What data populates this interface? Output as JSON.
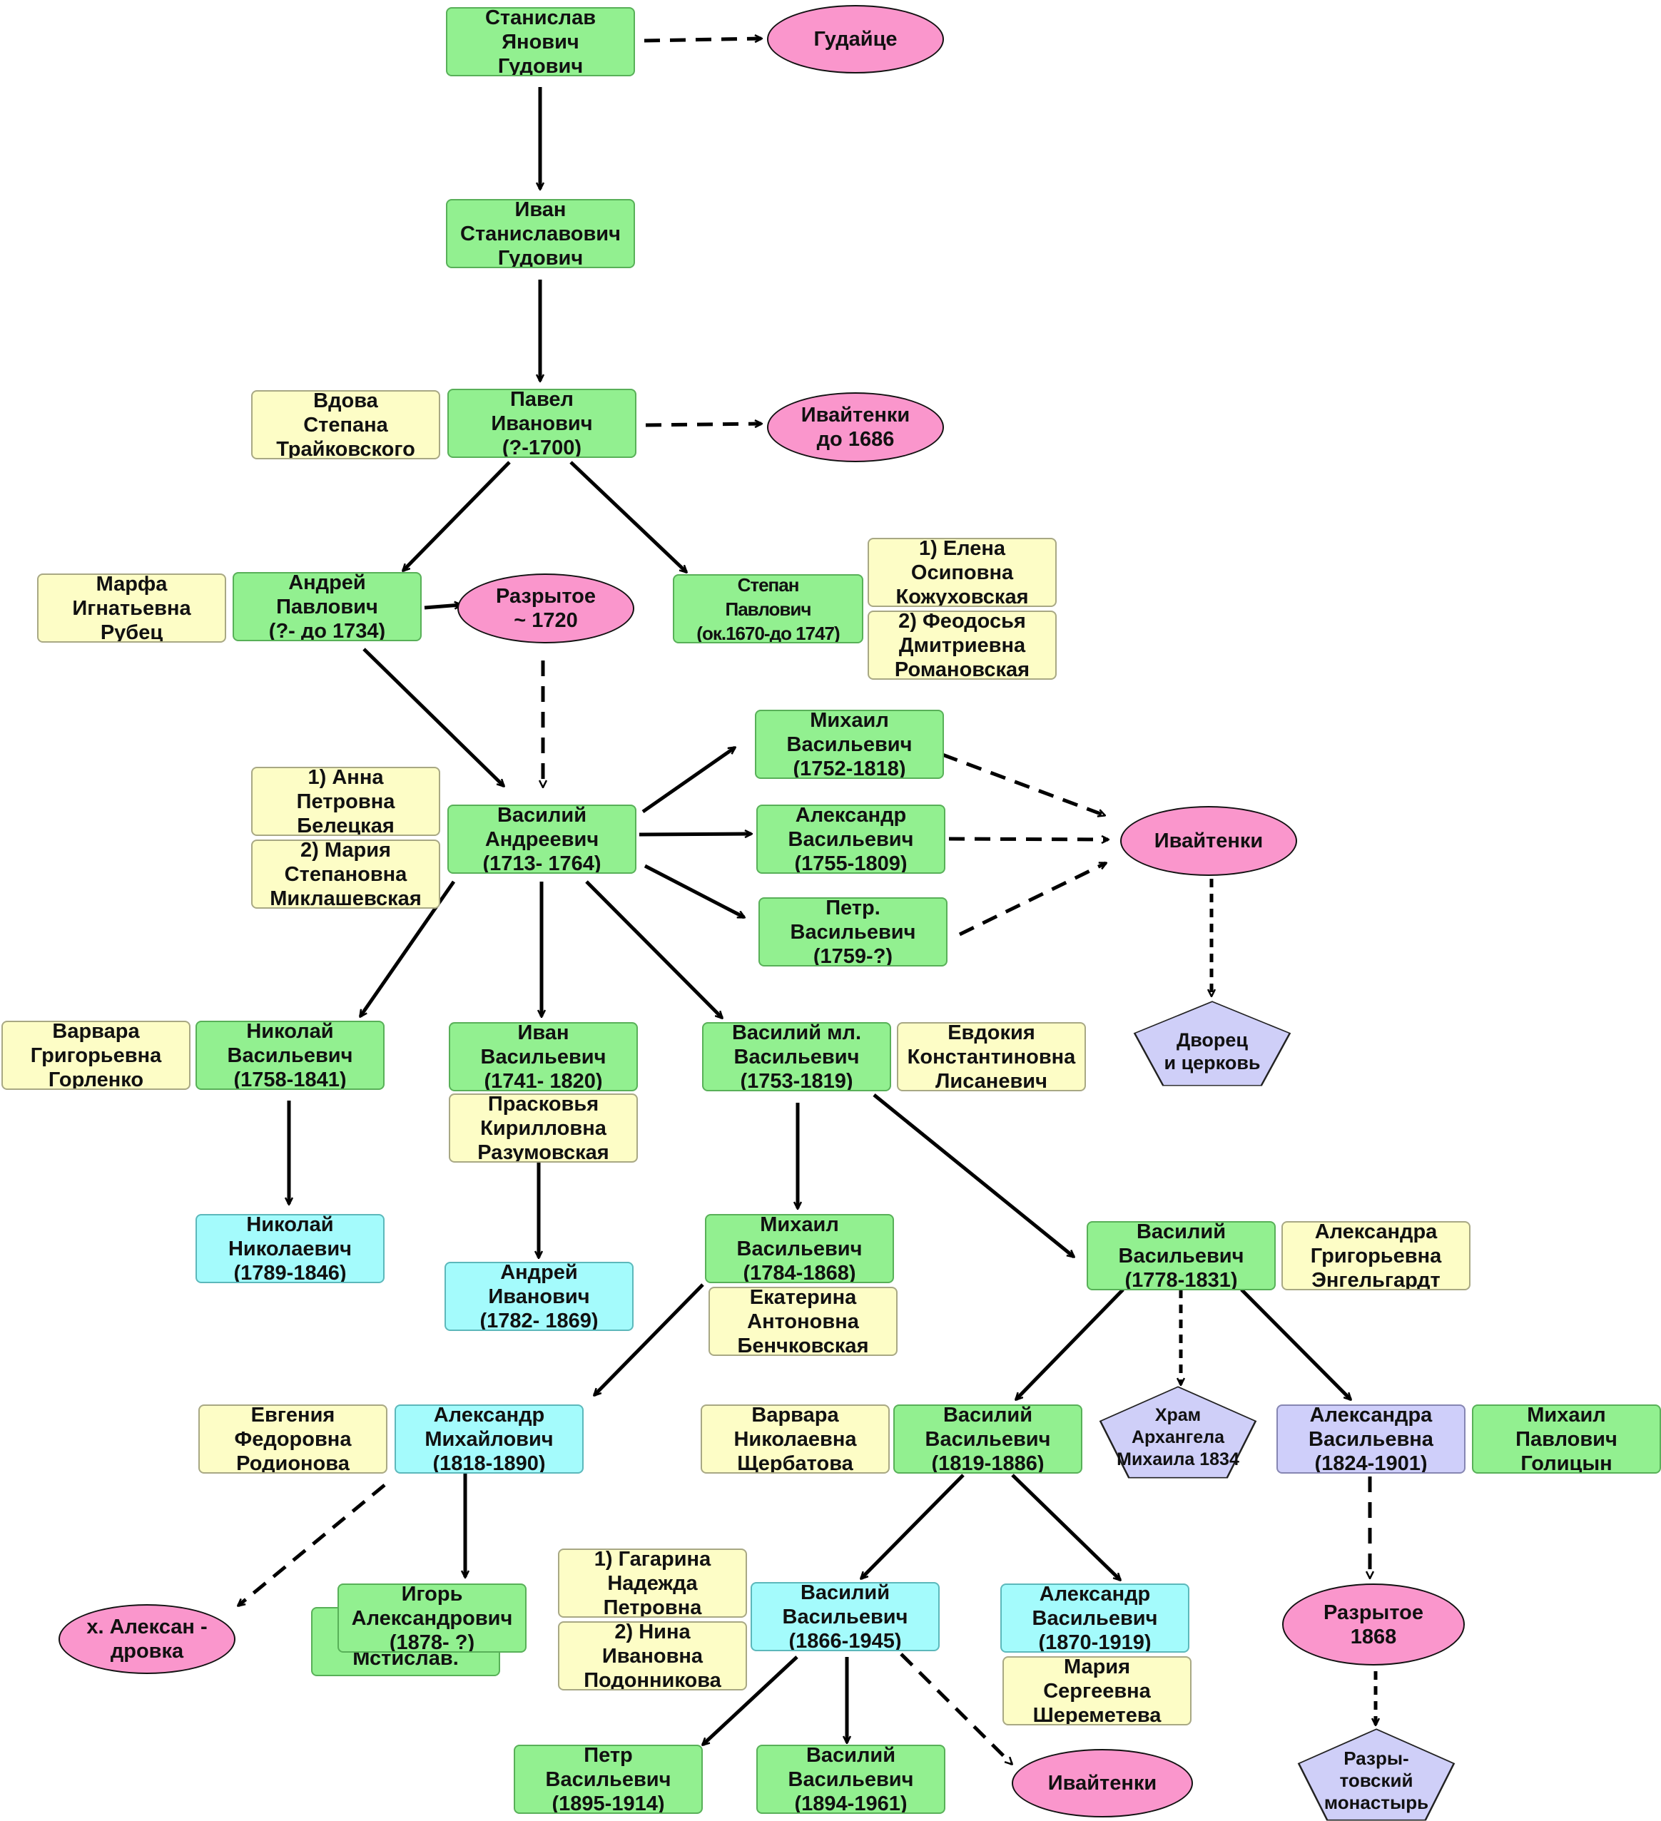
{
  "colors": {
    "person": "#92f090",
    "spouse": "#fdfdc6",
    "descendant": "#a4fbfc",
    "daughter": "#cfcffa",
    "estate": "#fa96cc",
    "building": "#cfcff8",
    "edge": "#000000"
  },
  "nodes": {
    "stanislav": "Станислав\nЯнович\nГудович",
    "gudaytse": "Гудайце",
    "ivan_st": "Иван\nСтаниславович\nГудович",
    "vdova": "Вдова\nСтепана\nТрайковского",
    "pavel": "Павел\nИванович\n(?-1700)",
    "ivaitenki1686": "Ивайтенки\nдо 1686",
    "marfa": "Марфа\nИгнатьевна\nРубец",
    "andrey_p": "Андрей\nПавлович\n(?- до 1734)",
    "razrytoe1720": "Разрытое\n~ 1720",
    "stepan": "Степан\nПавлович\n(ок.1670-до 1747)",
    "elena": "1) Елена\nОсиповна\nКожуховская",
    "feodosya": "2) Феодосья\nДмитриевна\nРомановская",
    "mikhail_v1": "Михаил\nВасильевич\n(1752-1818)",
    "anna": "1) Анна\nПетровна\nБелецкая",
    "vasily_a": "Василий\nАндреевич\n(1713- 1764)",
    "alexander_v1": "Александр\nВасильевич\n(1755-1809)",
    "ivaitenki": "Ивайтенки",
    "maria_s": "2) Мария\nСтепановна\nМиклашевская",
    "petr_v1": "Петр.\nВасильевич\n(1759-?)",
    "palace": "Дворец\nи церковь",
    "varvara_g": "Варвара\nГригорьевна\nГорленко",
    "nikolay_v": "Николай\nВасильевич\n(1758-1841)",
    "ivan_v": "Иван\nВасильевич\n(1741- 1820)",
    "praskovya": "Прасковья\nКирилловна\nРазумовская",
    "vasily_ml": "Василий мл.\nВасильевич\n(1753-1819)",
    "evdokia": "Евдокия\nКонстантиновна\nЛисаневич",
    "nikolay_n": "Николай\nНиколаевич\n(1789-1846)",
    "andrey_i": "Андрей\nИванович\n(1782- 1869)",
    "mikhail_v2": "Михаил\nВасильевич\n(1784-1868)",
    "ekaterina": "Екатерина\nАнтоновна\nБенчковская",
    "vasily_v1": "Василий\nВасильевич\n(1778-1831)",
    "alexandra_g": "Александра\nГригорьевна\nЭнгельгардт",
    "evgenia": "Евгения\nФедоровна\nРодионова",
    "alexander_m": "Александр\nМихайлович\n(1818-1890)",
    "varvara_n": "Варвара\nНиколаевна\nЩербатова",
    "vasily_v2": "Василий\nВасильевич\n(1819-1886)",
    "church": "Храм\nАрхангела\nМихаила 1834",
    "alexandra_v": "Александра\nВасильевна\n(1824-1901)",
    "mikhail_p": "Михаил\nПавлович\nГолицын",
    "aleksandrovka": "х. Алексан -\nдровка",
    "mstislav": "Мстислав.",
    "igor": "Игорь\nАлександрович\n(1878- ?)",
    "gagarina": "1) Гагарина\nНадежда\nПетровна",
    "nina": "2) Нина\nИвановна\nПодонникова",
    "vasily_v3": "Василий\nВасильевич\n(1866-1945)",
    "alexander_v2": "Александр\nВасильевич\n(1870-1919)",
    "maria_sh": "Мария\nСергеевна\nШереметева",
    "razrytoe1868": "Разрытое\n1868",
    "monastery": "Разры-\nтовский\nмонастырь",
    "petr_v2": "Петр\nВасильевич\n(1895-1914)",
    "vasily_v4": "Василий\nВасильевич\n(1894-1961)",
    "ivaitenki2": "Ивайтенки"
  },
  "edges": [
    [
      "stanislav",
      "ivan_st",
      "solid"
    ],
    [
      "stanislav",
      "gudaytse",
      "dashed"
    ],
    [
      "ivan_st",
      "pavel",
      "solid"
    ],
    [
      "pavel",
      "ivaitenki1686",
      "dashed"
    ],
    [
      "pavel",
      "andrey_p",
      "solid"
    ],
    [
      "pavel",
      "stepan",
      "solid"
    ],
    [
      "andrey_p",
      "razrytoe1720",
      "solid"
    ],
    [
      "andrey_p",
      "vasily_a",
      "solid"
    ],
    [
      "razrytoe1720",
      "vasily_a",
      "dashed"
    ],
    [
      "vasily_a",
      "mikhail_v1",
      "solid"
    ],
    [
      "vasily_a",
      "alexander_v1",
      "solid"
    ],
    [
      "vasily_a",
      "petr_v1",
      "solid"
    ],
    [
      "mikhail_v1",
      "ivaitenki",
      "dashed"
    ],
    [
      "alexander_v1",
      "ivaitenki",
      "dashed"
    ],
    [
      "petr_v1",
      "ivaitenki",
      "dashed"
    ],
    [
      "ivaitenki",
      "palace",
      "dotted"
    ],
    [
      "vasily_a",
      "nikolay_v",
      "solid"
    ],
    [
      "vasily_a",
      "ivan_v",
      "solid"
    ],
    [
      "vasily_a",
      "vasily_ml",
      "solid"
    ],
    [
      "nikolay_v",
      "nikolay_n",
      "solid"
    ],
    [
      "ivan_v",
      "andrey_i",
      "solid"
    ],
    [
      "vasily_ml",
      "mikhail_v2",
      "solid"
    ],
    [
      "vasily_ml",
      "vasily_v1",
      "solid"
    ],
    [
      "mikhail_v2",
      "alexander_m",
      "solid"
    ],
    [
      "vasily_v1",
      "vasily_v2",
      "solid"
    ],
    [
      "vasily_v1",
      "church",
      "dotted"
    ],
    [
      "vasily_v1",
      "alexandra_v",
      "solid"
    ],
    [
      "alexander_m",
      "aleksandrovka",
      "dashed"
    ],
    [
      "alexander_m",
      "igor",
      "solid"
    ],
    [
      "alexandra_v",
      "razrytoe1868",
      "dashed"
    ],
    [
      "razrytoe1868",
      "monastery",
      "dotted"
    ],
    [
      "vasily_v2",
      "vasily_v3",
      "solid"
    ],
    [
      "vasily_v2",
      "alexander_v2",
      "solid"
    ],
    [
      "vasily_v3",
      "petr_v2",
      "solid"
    ],
    [
      "vasily_v3",
      "vasily_v4",
      "solid"
    ],
    [
      "vasily_v3",
      "ivaitenki2",
      "dashed"
    ]
  ]
}
